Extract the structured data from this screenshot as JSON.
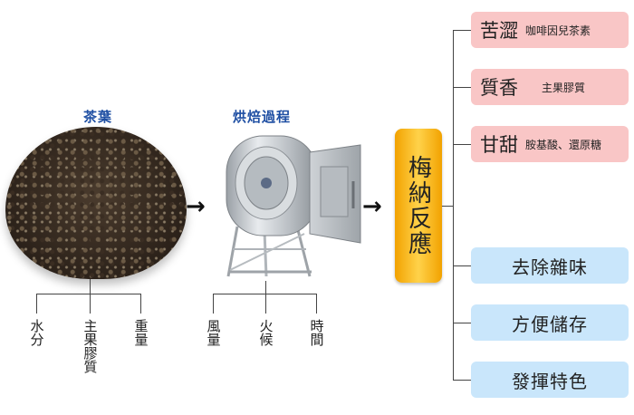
{
  "tea_leaves": {
    "caption": "茶葉",
    "factors": [
      "水分",
      "主果膠質",
      "重量"
    ]
  },
  "roasting": {
    "caption": "烘焙過程",
    "factors": [
      "風量",
      "火候",
      "時間"
    ]
  },
  "arrows": [
    "→",
    "→"
  ],
  "main_reaction": "梅納反應",
  "results_flavor": [
    {
      "label": "苦澀",
      "detail": "咖啡因兒茶素"
    },
    {
      "label": "質香",
      "detail": "主果膠質"
    },
    {
      "label": "甘甜",
      "detail": "胺基酸、還原糖"
    }
  ],
  "results_benefit": [
    {
      "label": "去除雜味"
    },
    {
      "label": "方便儲存"
    },
    {
      "label": "發揮特色"
    }
  ],
  "colors": {
    "caption": "#1f4fa3",
    "main_box": "#f5b500",
    "pink_box": "#f9c6c6",
    "blue_box": "#c9e6fb"
  }
}
